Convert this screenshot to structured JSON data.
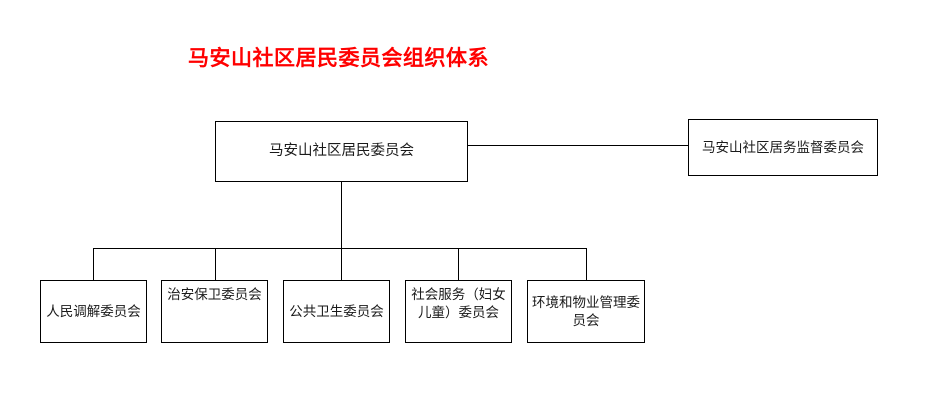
{
  "diagram": {
    "title": "马安山社区居民委员会组织体系",
    "title_color": "#FF0000",
    "line_color": "#000000",
    "background": "#FFFFFF",
    "root": {
      "label": "马安山社区居民委员会"
    },
    "supervision": {
      "label": "马安山社区居务监督委员会"
    },
    "children": [
      {
        "label": "人民调解委员会"
      },
      {
        "label": "治安保卫委员会"
      },
      {
        "label": "公共卫生委员会"
      },
      {
        "label": "社会服务（妇女儿童）委员会"
      },
      {
        "label": "环境和物业管理委员会"
      }
    ]
  }
}
